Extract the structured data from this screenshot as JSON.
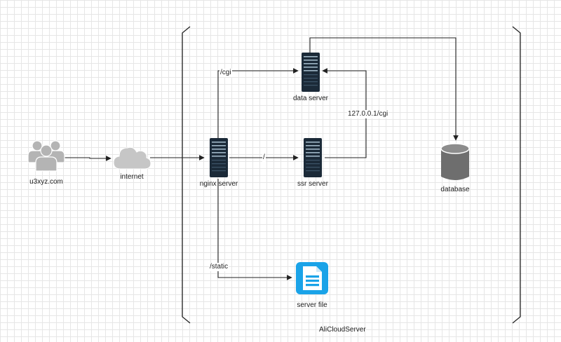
{
  "diagram": {
    "container_label": "AliCloudServer",
    "nodes": {
      "users": {
        "label": "u3xyz.com",
        "icon": "users-icon"
      },
      "internet": {
        "label": "internet",
        "icon": "cloud-icon"
      },
      "nginx": {
        "label": "nginx server",
        "icon": "server-icon"
      },
      "data_server": {
        "label": "data server",
        "icon": "server-icon"
      },
      "ssr_server": {
        "label": "ssr server",
        "icon": "server-icon"
      },
      "database": {
        "label": "database",
        "icon": "database-icon"
      },
      "server_file": {
        "label": "server file",
        "icon": "document-icon"
      }
    },
    "edges": {
      "cgi": "/cgi",
      "root": "/",
      "local_cgi": "127.0.0.1/cgi",
      "static": "/static"
    }
  },
  "colors": {
    "server_dark": "#1b2a38",
    "server_light": "#9fb6c6",
    "cloud": "#c6c6c6",
    "users": "#b4b4b4",
    "database": "#6e6e6e",
    "document": "#1aa3e8",
    "line": "#222222"
  }
}
